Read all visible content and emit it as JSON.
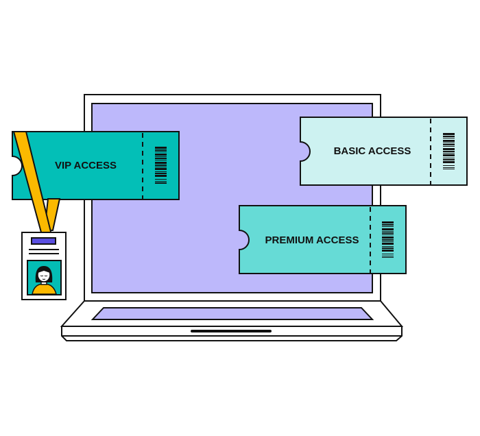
{
  "illustration": {
    "title": "Access tickets over laptop",
    "colors": {
      "background": "#ffffff",
      "outline": "#111111",
      "screen": "#bdb8fb",
      "laptop_body": "#ffffff",
      "vip_ticket": "#03bfb7",
      "basic_ticket": "#cdf2f1",
      "premium_ticket": "#66dbd6",
      "lanyard": "#fbb900",
      "badge_clip": "#5a4fe0",
      "badge_photo_bg": "#04bdb5",
      "badge_shirt": "#fbb900"
    }
  },
  "tickets": [
    {
      "id": "vip",
      "label": "VIP ACCESS"
    },
    {
      "id": "basic",
      "label": "BASIC ACCESS"
    },
    {
      "id": "premium",
      "label": "PREMIUM ACCESS"
    }
  ],
  "badge": {
    "icons": [
      "lanyard-icon",
      "id-badge-icon",
      "person-photo-icon"
    ]
  },
  "laptop": {
    "icons": [
      "laptop-icon",
      "touchpad-icon"
    ]
  }
}
